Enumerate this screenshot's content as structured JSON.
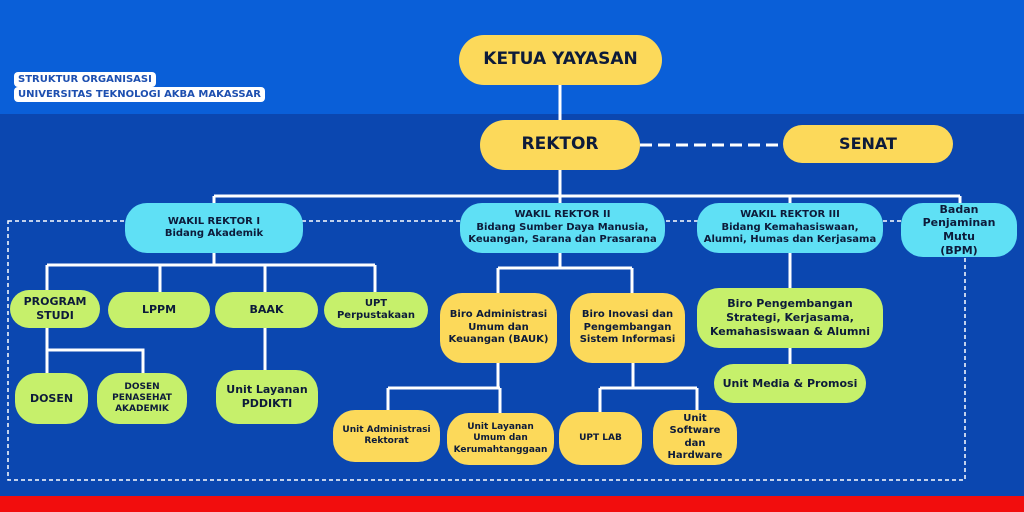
{
  "title": {
    "line1": "STRUKTUR ORGANISASI",
    "line2": "UNIVERSITAS TEKNOLOGI AKBA MAKASSAR"
  },
  "nodes": {
    "ketua": "KETUA YAYASAN",
    "rektor": "REKTOR",
    "senat": "SENAT",
    "wr1": "WAKIL REKTOR I\nBidang Akademik",
    "wr2": "WAKIL REKTOR II\nBidang Sumber Daya Manusia,\nKeuangan, Sarana dan Prasarana",
    "wr3": "WAKIL REKTOR III\nBidang Kemahasiswaan,\nAlumni, Humas dan Kerjasama",
    "bpm": "Badan\nPenjaminan Mutu\n(BPM)",
    "prodi": "PROGRAM\nSTUDI",
    "lppm": "LPPM",
    "baak": "BAAK",
    "upt_perpus": "UPT\nPerpustakaan",
    "bauk": "Biro Administrasi\nUmum dan\nKeuangan (BAUK)",
    "inovasi": "Biro Inovasi dan\nPengembangan\nSistem Informasi",
    "biro_pengembangan": "Biro Pengembangan\nStrategi, Kerjasama,\nKemahasiswaan & Alumni",
    "media": "Unit Media & Promosi",
    "dosen": "DOSEN",
    "dosen_pa": "DOSEN\nPENASEHAT\nAKADEMIK",
    "pddikti": "Unit Layanan\nPDDIKTI",
    "rektorat": "Unit Administrasi\nRektorat",
    "umum": "Unit Layanan\nUmum dan\nKerumahtanggaan",
    "lab": "UPT LAB",
    "software": "Unit\nSoftware dan\nHardware"
  }
}
